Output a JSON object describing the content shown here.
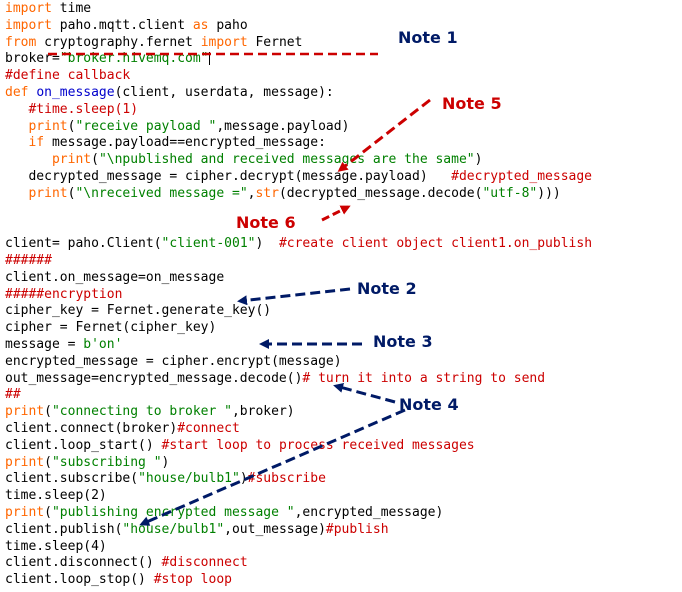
{
  "colors": {
    "keyword": "#ff6600",
    "string": "#008000",
    "comment": "#cc0000",
    "function_name": "#0000cc",
    "text": "#000000",
    "note_blue": "#001a66",
    "note_red": "#cc0000"
  },
  "code": {
    "lines": [
      [
        {
          "t": "import",
          "k": "kw"
        },
        {
          "t": " time",
          "k": "plain"
        }
      ],
      [
        {
          "t": "import",
          "k": "kw"
        },
        {
          "t": " paho.mqtt.client ",
          "k": "plain"
        },
        {
          "t": "as",
          "k": "kw"
        },
        {
          "t": " paho",
          "k": "plain"
        }
      ],
      [
        {
          "t": "from",
          "k": "kw"
        },
        {
          "t": " cryptography.fernet ",
          "k": "plain"
        },
        {
          "t": "import",
          "k": "kw"
        },
        {
          "t": " Fernet",
          "k": "plain"
        }
      ],
      [
        {
          "t": "broker=",
          "k": "plain"
        },
        {
          "t": "\"broker.hivemq.com\"",
          "k": "str"
        }
      ],
      [
        {
          "t": "#define callback",
          "k": "com"
        }
      ],
      [
        {
          "t": "def",
          "k": "kw"
        },
        {
          "t": " ",
          "k": "plain"
        },
        {
          "t": "on_message",
          "k": "fn"
        },
        {
          "t": "(client, userdata, message):",
          "k": "plain"
        }
      ],
      [
        {
          "t": "   ",
          "k": "plain"
        },
        {
          "t": "#time.sleep(1)",
          "k": "com"
        }
      ],
      [
        {
          "t": "   ",
          "k": "plain"
        },
        {
          "t": "print",
          "k": "kw"
        },
        {
          "t": "(",
          "k": "plain"
        },
        {
          "t": "\"receive payload \"",
          "k": "str"
        },
        {
          "t": ",message.payload)",
          "k": "plain"
        }
      ],
      [
        {
          "t": "   ",
          "k": "plain"
        },
        {
          "t": "if",
          "k": "kw"
        },
        {
          "t": " message.payload==encrypted_message:",
          "k": "plain"
        }
      ],
      [
        {
          "t": "      ",
          "k": "plain"
        },
        {
          "t": "print",
          "k": "kw"
        },
        {
          "t": "(",
          "k": "plain"
        },
        {
          "t": "\"\\npublished and received messages are the same\"",
          "k": "str"
        },
        {
          "t": ")",
          "k": "plain"
        }
      ],
      [
        {
          "t": "   decrypted_message = cipher.decrypt(message.payload)   ",
          "k": "plain"
        },
        {
          "t": "#decrypted_message",
          "k": "com"
        }
      ],
      [
        {
          "t": "   ",
          "k": "plain"
        },
        {
          "t": "print",
          "k": "kw"
        },
        {
          "t": "(",
          "k": "plain"
        },
        {
          "t": "\"\\nreceived message =\"",
          "k": "str"
        },
        {
          "t": ",",
          "k": "plain"
        },
        {
          "t": "str",
          "k": "kw"
        },
        {
          "t": "(decrypted_message.decode(",
          "k": "plain"
        },
        {
          "t": "\"utf-8\"",
          "k": "str"
        },
        {
          "t": ")))",
          "k": "plain"
        }
      ],
      [],
      [],
      [
        {
          "t": "client= paho.Client(",
          "k": "plain"
        },
        {
          "t": "\"client-001\"",
          "k": "str"
        },
        {
          "t": ")  ",
          "k": "plain"
        },
        {
          "t": "#create client object client1.on_publish",
          "k": "com"
        }
      ],
      [
        {
          "t": "######",
          "k": "com"
        }
      ],
      [
        {
          "t": "client.on_message=on_message",
          "k": "plain"
        }
      ],
      [
        {
          "t": "#####encryption",
          "k": "com"
        }
      ],
      [
        {
          "t": "cipher_key = Fernet.generate_key()",
          "k": "plain"
        }
      ],
      [
        {
          "t": "cipher = Fernet(cipher_key)",
          "k": "plain"
        }
      ],
      [
        {
          "t": "message = ",
          "k": "plain"
        },
        {
          "t": "b'on'",
          "k": "str"
        }
      ],
      [
        {
          "t": "encrypted_message = cipher.encrypt(message)",
          "k": "plain"
        }
      ],
      [
        {
          "t": "out_message=encrypted_message.decode()",
          "k": "plain"
        },
        {
          "t": "# turn it into a string to send",
          "k": "com"
        }
      ],
      [
        {
          "t": "##",
          "k": "com"
        }
      ],
      [
        {
          "t": "print",
          "k": "kw"
        },
        {
          "t": "(",
          "k": "plain"
        },
        {
          "t": "\"connecting to broker \"",
          "k": "str"
        },
        {
          "t": ",broker)",
          "k": "plain"
        }
      ],
      [
        {
          "t": "client.connect(broker)",
          "k": "plain"
        },
        {
          "t": "#connect",
          "k": "com"
        }
      ],
      [
        {
          "t": "client.loop_start() ",
          "k": "plain"
        },
        {
          "t": "#start loop to process received messages",
          "k": "com"
        }
      ],
      [
        {
          "t": "print",
          "k": "kw"
        },
        {
          "t": "(",
          "k": "plain"
        },
        {
          "t": "\"subscribing \"",
          "k": "str"
        },
        {
          "t": ")",
          "k": "plain"
        }
      ],
      [
        {
          "t": "client.subscribe(",
          "k": "plain"
        },
        {
          "t": "\"house/bulb1\"",
          "k": "str"
        },
        {
          "t": ")",
          "k": "plain"
        },
        {
          "t": "#subscribe",
          "k": "com"
        }
      ],
      [
        {
          "t": "time.sleep(2)",
          "k": "plain"
        }
      ],
      [
        {
          "t": "print",
          "k": "kw"
        },
        {
          "t": "(",
          "k": "plain"
        },
        {
          "t": "\"publishing encrypted message \"",
          "k": "str"
        },
        {
          "t": ",encrypted_message)",
          "k": "plain"
        }
      ],
      [
        {
          "t": "client.publish(",
          "k": "plain"
        },
        {
          "t": "\"house/bulb1\"",
          "k": "str"
        },
        {
          "t": ",out_message)",
          "k": "plain"
        },
        {
          "t": "#publish",
          "k": "com"
        }
      ],
      [
        {
          "t": "time.sleep(4)",
          "k": "plain"
        }
      ],
      [
        {
          "t": "client.disconnect() ",
          "k": "plain"
        },
        {
          "t": "#disconnect",
          "k": "com"
        }
      ],
      [
        {
          "t": "client.loop_stop() ",
          "k": "plain"
        },
        {
          "t": "#stop loop",
          "k": "com"
        }
      ]
    ]
  },
  "notes": {
    "note1": "Note 1",
    "note2": "Note 2",
    "note3": "Note 3",
    "note4": "Note 4",
    "note5": "Note 5",
    "note6": "Note 6"
  }
}
